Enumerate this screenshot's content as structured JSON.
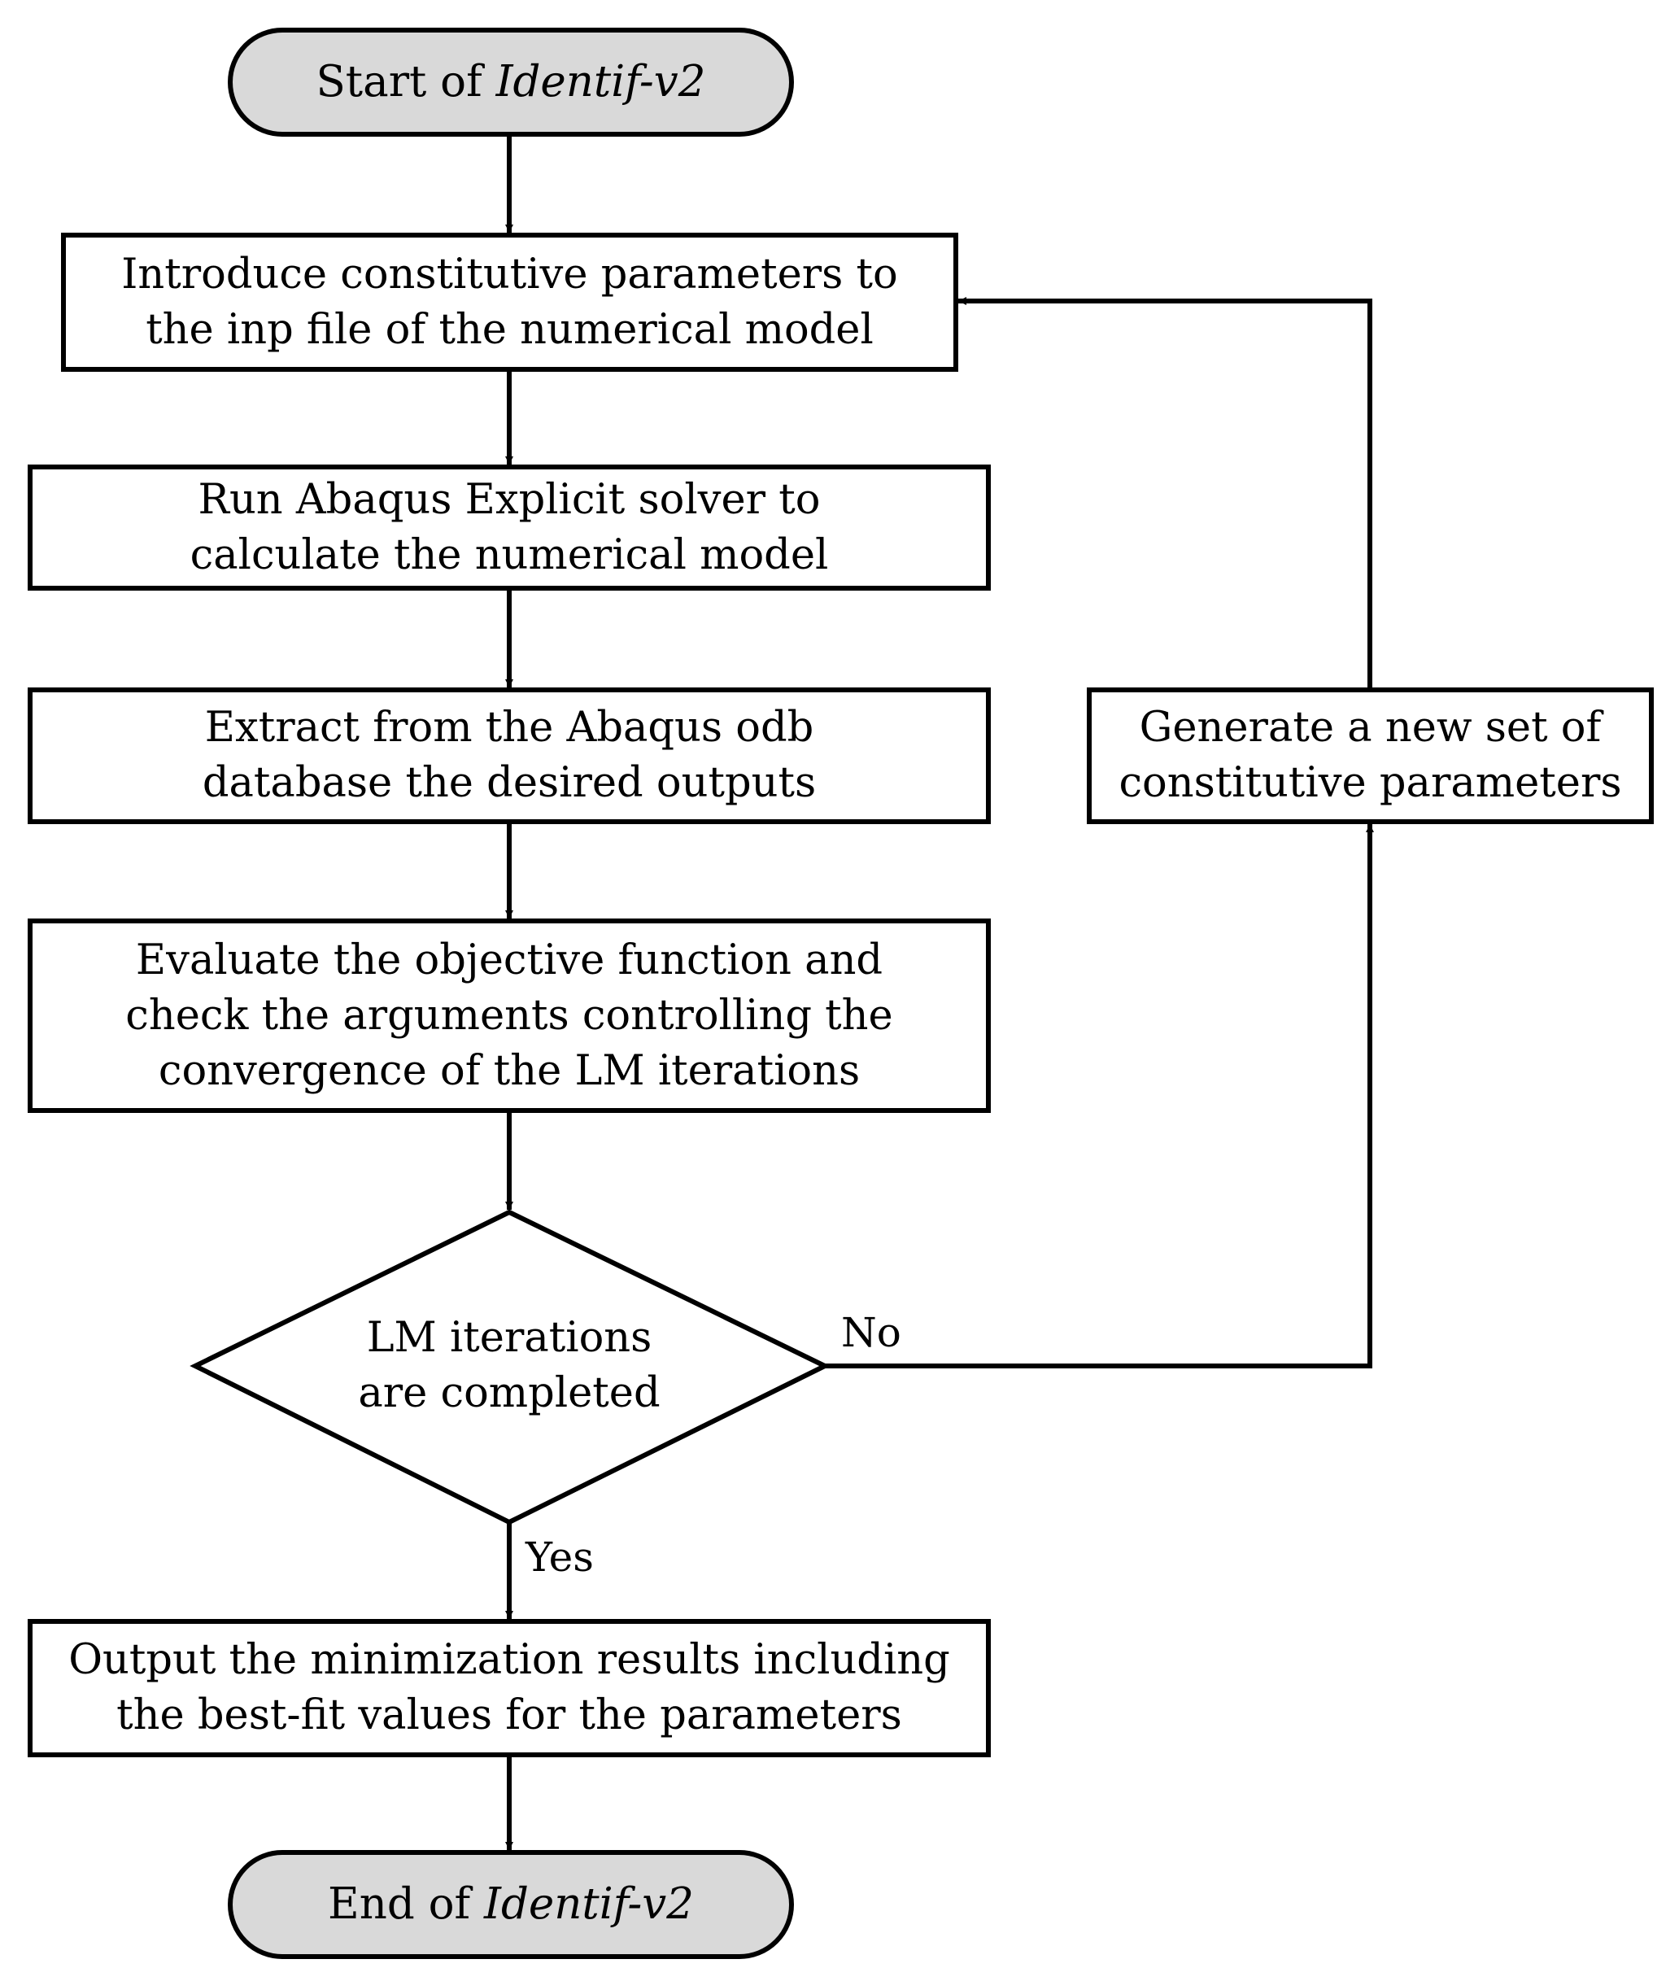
{
  "diagram": {
    "start_node": {
      "prefix": "Start of ",
      "name": "Identif-v2"
    },
    "end_node": {
      "prefix": "End of ",
      "name": "Identif-v2"
    },
    "steps": [
      {
        "lines": [
          "Introduce constitutive parameters to",
          "the inp file of the numerical model"
        ]
      },
      {
        "lines": [
          "Run Abaqus Explicit solver to",
          "calculate the numerical model"
        ]
      },
      {
        "lines": [
          "Extract from the Abaqus odb",
          "database the desired outputs"
        ]
      },
      {
        "lines": [
          "Evaluate the objective function and",
          "check the arguments controlling the",
          "convergence of the LM iterations"
        ]
      },
      {
        "lines": [
          "Output the minimization results including",
          "the best-fit values for the parameters"
        ]
      }
    ],
    "decision": {
      "lines": [
        "LM iterations",
        "are completed"
      ]
    },
    "loop_step": {
      "lines": [
        "Generate a new set of",
        "constitutive parameters"
      ]
    },
    "edge_labels": {
      "no": "No",
      "yes": "Yes"
    },
    "colors": {
      "terminal_fill": "#d9d9d9",
      "stroke": "#000000",
      "box_fill": "#ffffff"
    }
  }
}
